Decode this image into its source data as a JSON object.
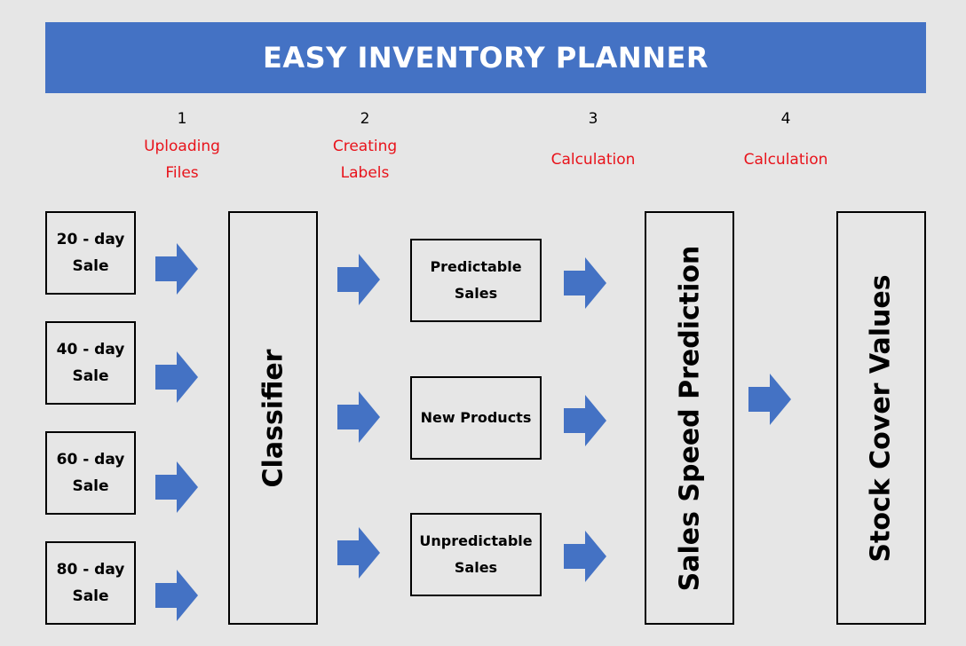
{
  "header": {
    "title": "EASY INVENTORY PLANNER"
  },
  "steps": [
    {
      "number": "1",
      "label": "Uploading\nFiles"
    },
    {
      "number": "2",
      "label": "Creating\nLabels"
    },
    {
      "number": "3",
      "label": "Calculation"
    },
    {
      "number": "4",
      "label": "Calculation"
    }
  ],
  "inputs": [
    {
      "label": "20 - day\nSale"
    },
    {
      "label": "40 - day\nSale"
    },
    {
      "label": "60 - day\nSale"
    },
    {
      "label": "80 - day\nSale"
    }
  ],
  "classifier": {
    "label": "Classifier"
  },
  "categories": [
    {
      "label": "Predictable\nSales"
    },
    {
      "label": "New Products"
    },
    {
      "label": "Unpredictable\nSales"
    }
  ],
  "prediction": {
    "label": "Sales Speed Prediction"
  },
  "result": {
    "label": "Stock Cover Values"
  },
  "colors": {
    "banner": "#4472c4",
    "arrow": "#4472c4",
    "step_label": "#e8131b",
    "background": "#e6e6e6"
  }
}
